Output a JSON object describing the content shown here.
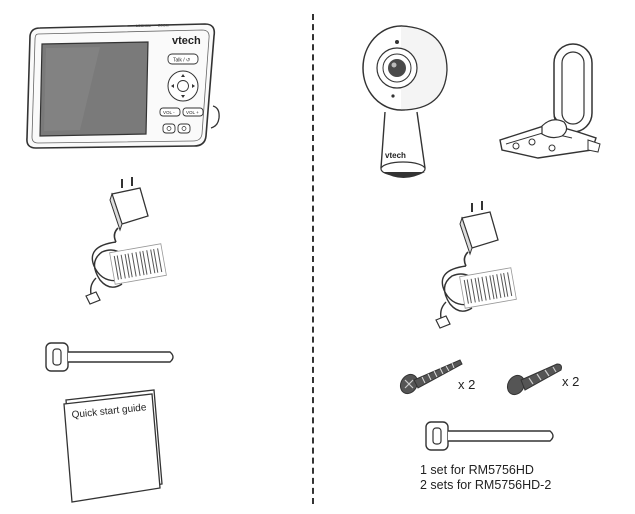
{
  "monitor": {
    "brand": "vtech",
    "top_labels": [
      "LOCKSM",
      "ZOOM"
    ],
    "button_labels": [
      "Talk / ↺",
      "VOL -",
      "VOL +"
    ]
  },
  "camera": {
    "brand": "vtech"
  },
  "guide": {
    "title": "Quick start  guide"
  },
  "accessories": {
    "screw_qty": "x 2",
    "anchor_qty": "x 2"
  },
  "set_note": {
    "line1": "1 set for RM5756HD",
    "line2": "2 sets for RM5756HD-2"
  },
  "colors": {
    "stroke": "#333333",
    "screen": "#7a7a7a",
    "fill_dark": "#4a4a4a"
  }
}
